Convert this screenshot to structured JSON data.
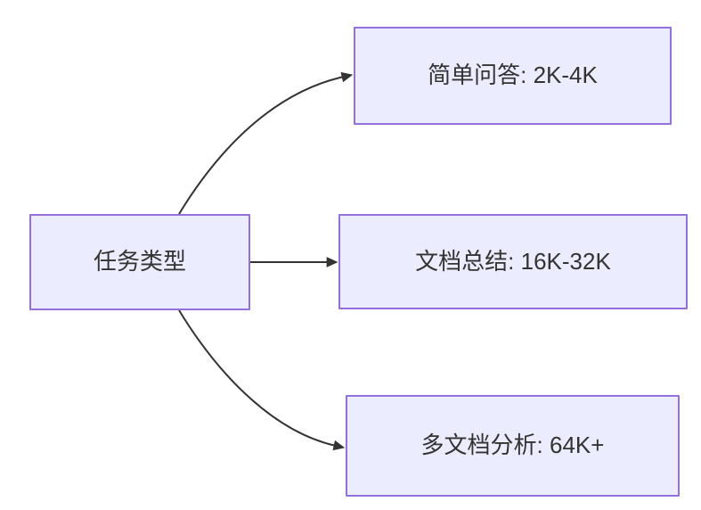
{
  "diagram": {
    "type": "flowchart-left-to-right",
    "colors": {
      "node_fill": "#ECECFF",
      "node_border": "#9370DB",
      "edge": "#333333",
      "text": "#333333",
      "background": "#FFFFFF"
    },
    "nodes": {
      "root": {
        "label": "任务类型"
      },
      "simple_qa": {
        "label": "简单问答: 2K-4K"
      },
      "doc_summary": {
        "label": "文档总结: 16K-32K"
      },
      "multi_doc": {
        "label": "多文档分析: 64K+"
      }
    },
    "edges": [
      {
        "from": "任务类型",
        "to": "简单问答: 2K-4K",
        "style": "curved-up"
      },
      {
        "from": "任务类型",
        "to": "文档总结: 16K-32K",
        "style": "straight"
      },
      {
        "from": "任务类型",
        "to": "多文档分析: 64K+",
        "style": "curved-down"
      }
    ]
  }
}
